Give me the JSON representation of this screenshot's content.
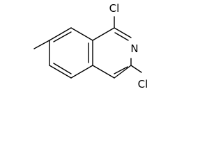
{
  "structure": {
    "atoms": {
      "cl_top": "Cl",
      "n_ring": "N",
      "cl_bottom": "Cl"
    }
  }
}
